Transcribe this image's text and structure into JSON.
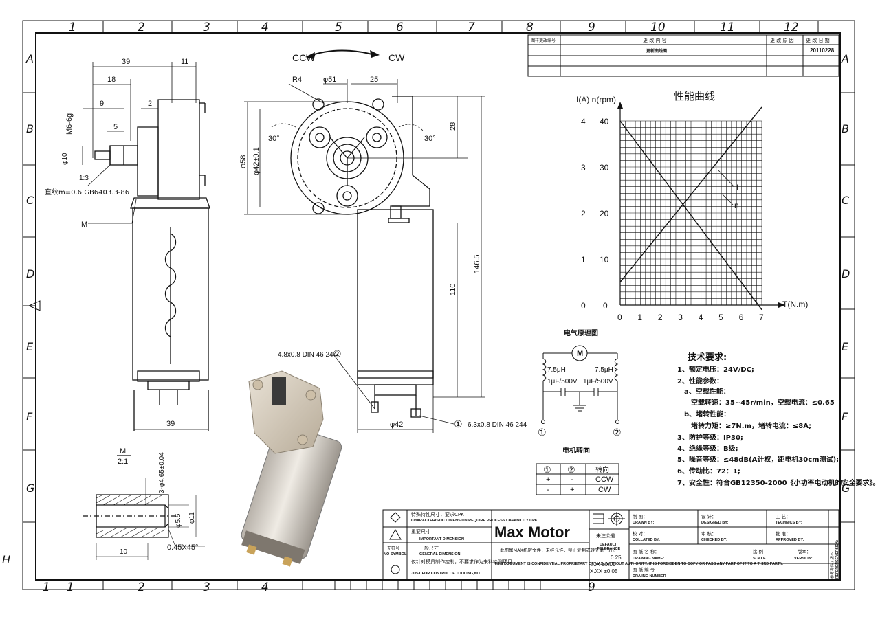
{
  "frame": {
    "col_labels": [
      "1",
      "2",
      "3",
      "4",
      "5",
      "6",
      "7",
      "8",
      "9",
      "10",
      "11",
      "12"
    ],
    "row_labels": [
      "A",
      "B",
      "C",
      "D",
      "E",
      "F",
      "G",
      "H"
    ],
    "bottom_labels": [
      "1",
      "1",
      "2",
      "3",
      "4",
      "9"
    ]
  },
  "side_view": {
    "dims": {
      "d39_top": "39",
      "d11": "11",
      "d18": "18",
      "d9": "9",
      "d2": "2",
      "d5": "5",
      "d39_bottom": "39"
    },
    "thread": "M6-6g",
    "phi10": "φ10",
    "ratio": "1:3",
    "gear_spec": "直纹m=0.6 GB6403.3-86",
    "m_label": "M"
  },
  "front_view": {
    "ccw": "CCW",
    "cw": "CW",
    "r4": "R4",
    "phi51": "φ51",
    "d25": "25",
    "phi58": "φ58",
    "phi42": "φ42±0.1",
    "deg30_left": "30°",
    "deg30_right": "30°",
    "d28": "28",
    "d146": "146.5",
    "d110": "110",
    "phi42_bottom": "φ42",
    "terminal2": "4.8x0.8 DIN 46 244",
    "terminal1": "6.3x0.8 DIN 46 244",
    "circ1": "①",
    "circ2": "②"
  },
  "detail": {
    "title": "M",
    "scale": "2:1",
    "holes": "3-φ4.65±0.04",
    "phi55": "φ5.5",
    "phi11": "φ11",
    "d10": "10",
    "chamfer": "0.45X45°"
  },
  "revision": {
    "col1": "图样更改编号",
    "col2": "更 改 内 容",
    "col3": "更 改 原 因",
    "col4": "更 改 日 期",
    "row1_content": "更新曲线图",
    "row1_date": "20110228"
  },
  "chart_data": {
    "type": "line",
    "title": "性能曲线",
    "y_label": "I(A)  n(rpm)",
    "xlabel": "T(N.m)",
    "x_ticks": [
      "0",
      "1",
      "2",
      "3",
      "4",
      "5",
      "6",
      "7"
    ],
    "y_ticks_current": [
      "0",
      "1",
      "2",
      "3",
      "4"
    ],
    "y_ticks_speed": [
      "0",
      "10",
      "20",
      "30",
      "40"
    ],
    "xlim": [
      0,
      7
    ],
    "ylim_current": [
      0,
      4
    ],
    "ylim_speed": [
      0,
      40
    ],
    "grid": true,
    "series": [
      {
        "name": "I",
        "x": [
          0,
          7
        ],
        "y": [
          0.5,
          4.3
        ]
      },
      {
        "name": "n",
        "x": [
          0,
          7
        ],
        "y": [
          40,
          -2
        ]
      }
    ]
  },
  "circuit": {
    "title": "电气原理图",
    "motor": "M",
    "l_left": "7.5μH",
    "l_right": "7.5μH",
    "c_left": "1μF/500V",
    "c_right": "1μF/500V",
    "t1": "①",
    "t2": "②"
  },
  "rotation": {
    "title": "电机转向",
    "h1": "①",
    "h2": "②",
    "h3": "转向",
    "r1": [
      "+",
      "-",
      "CCW"
    ],
    "r2": [
      "-",
      "+",
      "CW"
    ]
  },
  "tech": {
    "title": "技术要求:",
    "lines": [
      "1、额定电压：24V/DC;",
      "2、性能参数：",
      "a、空载性能：",
      "空载转速：35~45r/min，空载电流：≤0.65",
      "b、堵转性能：",
      "堵转力矩：≥7N.m，堵转电流：≤8A;",
      "3、防护等级：IP30;",
      "4、绝缘等级：B级;",
      "5、噪音等级：≤48dB(A计权，距电机30cm测试);",
      "6、传动比：72：1;",
      "7、安全性：符合GB12350-2000《小功率电动机的安全要求》。"
    ]
  },
  "title_block": {
    "cpk_cn": "特殊特性尺寸，要求CPK",
    "cpk_en": "CHARACTERISTIC DIMENSION,REQUIRE PROCESS CAPABILITY CPK",
    "imp_cn": "重要尺寸",
    "imp_en": "IMPORTANT DIMENSION",
    "nosym_cn": "无符号",
    "nosym_en": "NO SYMBOL",
    "gen_cn": "一般尺寸",
    "gen_en": "GENERAL DIMENSION",
    "tool_cn": "仅针对模具制作控制，不要求作为来料检测项目",
    "tool_en": "JUST FOR CONTROLOF TOOLING,NO",
    "brand": "Max Motor",
    "conf_cn": "此图属MAX机密文件，未经允许，禁止复制或转交第三方。",
    "conf_en": "THIS DOCUMENT IS CONFIDENTIAL PROPRIETARY OF MAX , WITHOUT AUTHORITY, IT IS FORBIDDEN TO COPY OR PASS ANY PART OF IT TO A THIRD PARTY.",
    "tol_cn": "未注公差",
    "tol_en1": "DEFAULT",
    "tol_en2": "TOLERANCE",
    "tol1": "0.25",
    "tol2": "X.X  ±0.10",
    "tol3": "X.XX  ±0.05",
    "drawn_cn": "制    图：",
    "drawn_en": "DRAWN  BY:",
    "designed_cn": "设    计：",
    "designed_en": "DESIGNED  BY:",
    "technics_cn": "工    艺：",
    "technics_en": "TECHNICS  BY:",
    "collated_cn": "校    对：",
    "collated_en": "COLLATED  BY:",
    "checked_cn": "审    核：",
    "checked_en": "CHECKED  BY:",
    "approved_cn": "批    准：",
    "approved_en": "APPROVED  BY:",
    "dname_cn": "图 纸 名 称：",
    "dname_en": "DRAWING  NAME:",
    "scale_cn": "比  例",
    "scale_en": "SCALE",
    "version_cn": "版本：",
    "version_en": "VERSION:",
    "dnum_cn": "图 纸 编 号",
    "dnum_en": "DRA  ING NUMBER",
    "ref_cn": "参考零件 / 版本：",
    "ref_en": "REFERENCE/VERSION:"
  }
}
